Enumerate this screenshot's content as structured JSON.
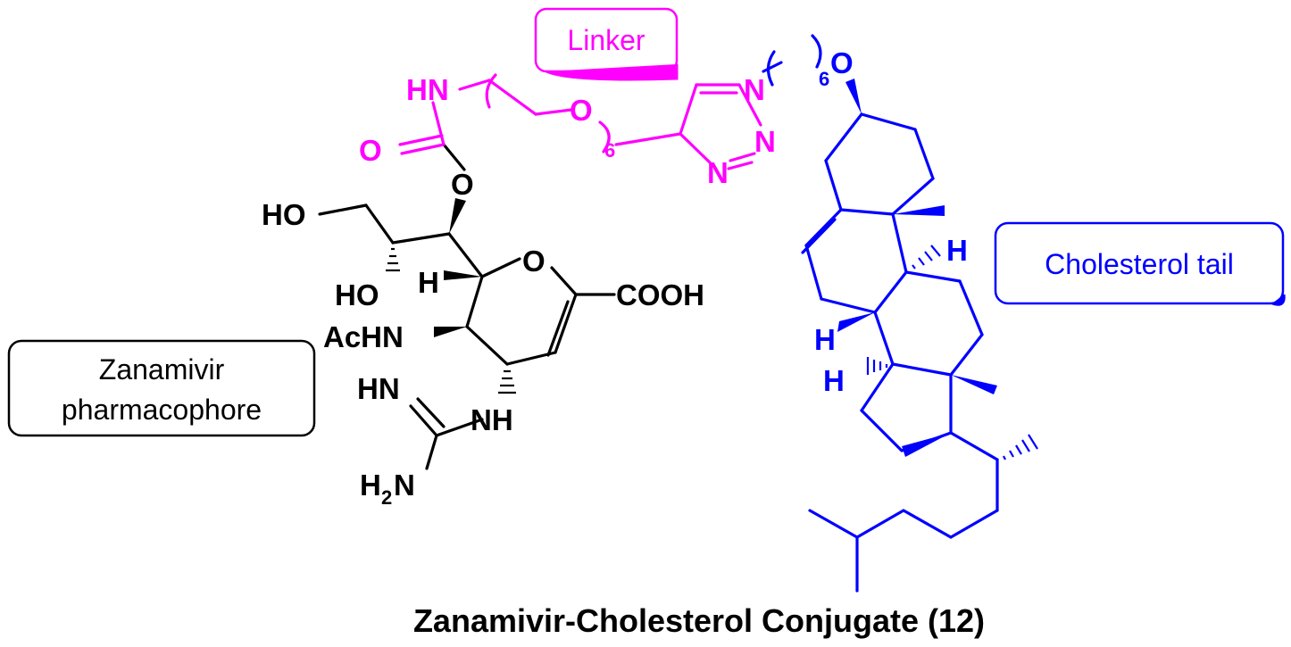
{
  "labels": {
    "linker": "Linker",
    "cholesterol_tail": "Cholesterol tail",
    "zanamivir_line1": "Zanamivir",
    "zanamivir_line2": "pharmacophore",
    "caption": "Zanamivir-Cholesterol Conjugate (12)"
  },
  "atoms": {
    "hn_linker": "HN",
    "o_linker": "O",
    "repeat_6_peg": "6",
    "o_carbonyl": "O",
    "o_ester": "O",
    "n1_triazole": "N",
    "n2_triazole": "N",
    "n3_triazole": "N",
    "repeat_6_hexyl": "6",
    "o_ether": "O",
    "ho_top": "HO",
    "ho_mid": "HO",
    "h_ring": "H",
    "o_ring": "O",
    "cooh": "COOH",
    "achn": "AcHN",
    "hn_guan": "HN",
    "nh_guan": "NH",
    "h2n_h": "H",
    "h2n_2": "2",
    "h2n_n": "N",
    "h_steroid_a": "H",
    "h_steroid_b": "H",
    "h_steroid_c": "H"
  },
  "colors": {
    "black": "#000000",
    "magenta": "#ff00ff",
    "blue": "#0000ff"
  }
}
